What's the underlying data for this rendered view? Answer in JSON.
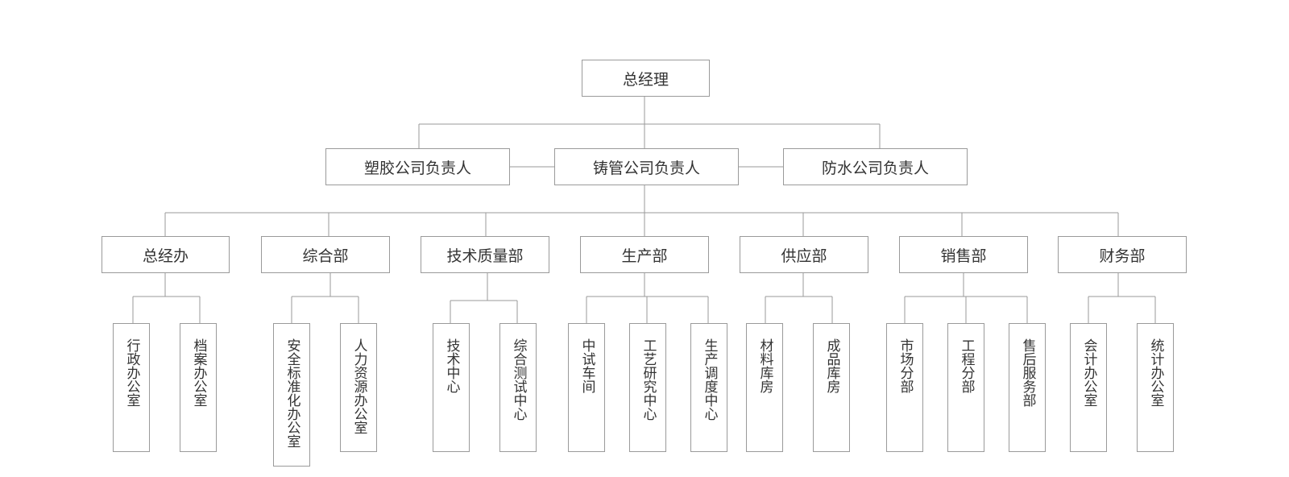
{
  "colors": {
    "line": "#9a9a9a",
    "text": "#333333",
    "border": "#9a9a9a"
  },
  "org": {
    "root": "总经理",
    "level1": [
      "塑胶公司负责人",
      "铸管公司负责人",
      "防水公司负责人"
    ],
    "departments": [
      {
        "name": "总经办",
        "children": [
          "行政办公室",
          "档案办公室"
        ]
      },
      {
        "name": "综合部",
        "children": [
          "安全标准化办公室",
          "人力资源办公室"
        ]
      },
      {
        "name": "技术质量部",
        "children": [
          "技术中心",
          "综合测试中心"
        ]
      },
      {
        "name": "生产部",
        "children": [
          "中试车间",
          "工艺研究中心",
          "生产调度中心"
        ]
      },
      {
        "name": "供应部",
        "children": [
          "材料库房",
          "成品库房"
        ]
      },
      {
        "name": "销售部",
        "children": [
          "市场分部",
          "工程分部",
          "售后服务部"
        ]
      },
      {
        "name": "财务部",
        "children": [
          "会计办公室",
          "统计办公室"
        ]
      }
    ]
  }
}
